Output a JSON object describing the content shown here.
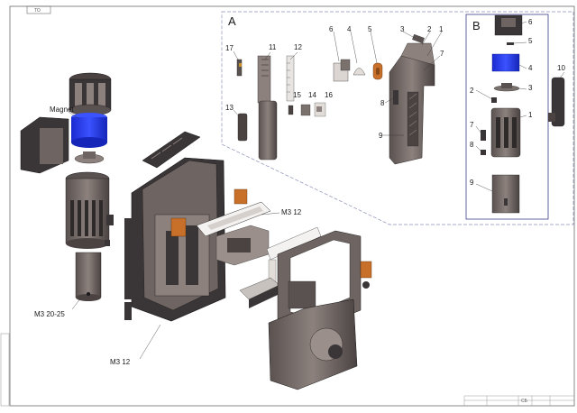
{
  "sheet_code": "ТО",
  "section_a": {
    "label": "A",
    "callouts": [
      "1",
      "2",
      "3",
      "4",
      "5",
      "6",
      "7",
      "8",
      "9",
      "11",
      "12",
      "13",
      "14",
      "15",
      "16",
      "17"
    ]
  },
  "section_b": {
    "label": "B",
    "callouts": [
      "1",
      "2",
      "3",
      "4",
      "5",
      "6",
      "7",
      "8",
      "9"
    ]
  },
  "callout_10": "10",
  "labels": {
    "magnet": "Magnet",
    "m3_20_25": "M3 20-25",
    "m3_12_center": "M3 12",
    "m3_12_bottom": "M3 12"
  },
  "title_block": {
    "code": "СБ"
  },
  "colors": {
    "part_fill": "#6e6563",
    "part_light": "#9a8f8b",
    "part_dark": "#3a3536",
    "magnet_blue": "#1f35e6",
    "orange": "#c8702a",
    "border": "#6b6b6b",
    "dash": "#8a8fb8"
  }
}
